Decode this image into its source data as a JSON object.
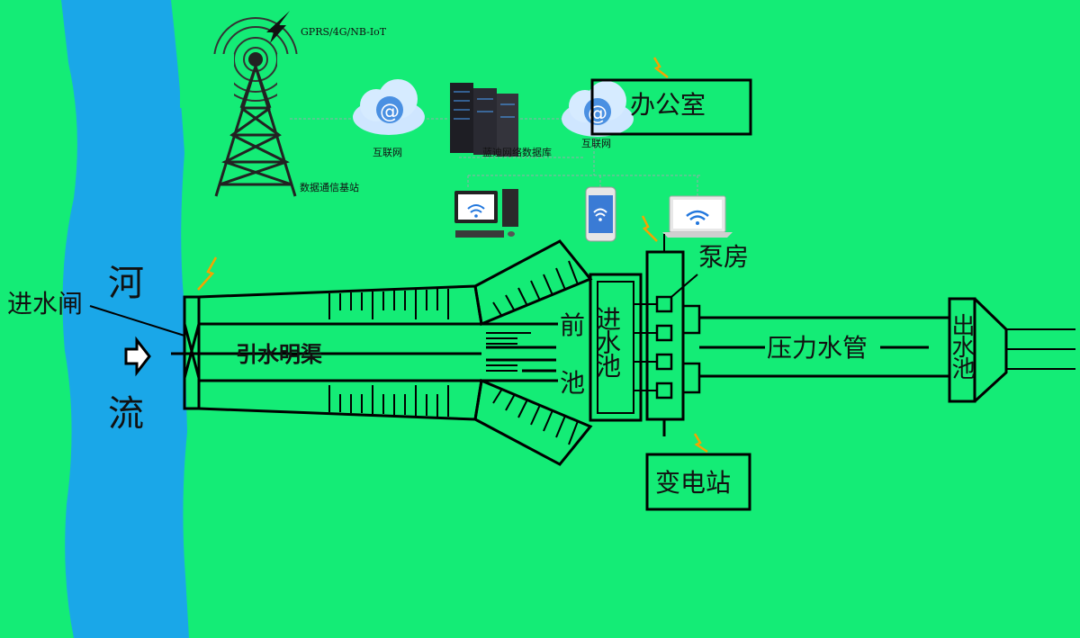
{
  "labels": {
    "gprs": "GPRS/4G/NB-IoT",
    "base_station": "数据通信基站",
    "internet_1": "互联网",
    "database": "蓝迪网络数据库",
    "internet_2": "互联网",
    "office": "办公室",
    "river_1": "河",
    "river_2": "流",
    "intake_gate": "进水闸",
    "canal": "引水明渠",
    "forebay_1": "前",
    "forebay_2": "池",
    "inlet_pool": "进水池",
    "pump_house": "泵房",
    "pressure_pipe": "压力水管",
    "outlet_pool": "出水池",
    "substation": "变电站"
  },
  "colors": {
    "background": "#14ec76",
    "river": "#1aa7e8",
    "line": "#000000",
    "signal": "#f5a300"
  },
  "icons": [
    "tower-icon",
    "cloud-icon",
    "server-icon",
    "desktop-icon",
    "phone-icon",
    "laptop-icon",
    "lightning-icon",
    "arrow-right-icon"
  ]
}
